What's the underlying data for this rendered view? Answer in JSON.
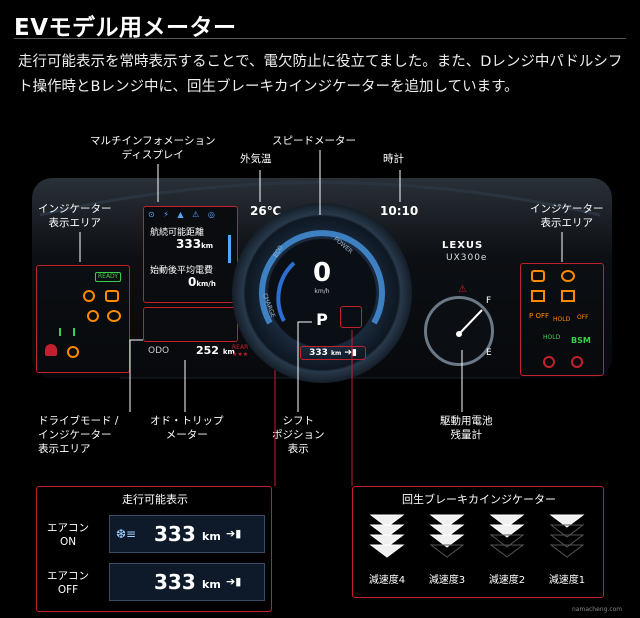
{
  "header": {
    "title": "EVモデル用メーター",
    "description": "走行可能表示を常時表示することで、電欠防止に役立てました。また、Dレンジ中パドルシフト操作時とBレンジ中に、回生ブレーキカインジケーターを追加しています。"
  },
  "callouts": {
    "multi_info": "マルチインフォメーション\nディスプレイ",
    "speedometer": "スピードメーター",
    "outside_temp": "外気温",
    "clock": "時計",
    "indicator_left": "インジケーター\n表示エリア",
    "indicator_right": "インジケーター\n表示エリア",
    "drive_mode": "ドライブモード /\nインジケーター\n表示エリア",
    "odo_trip": "オド・トリップ\nメーター",
    "shift_position": "シフト\nポジション\n表示",
    "battery_gauge": "駆動用電池\n残量計"
  },
  "dashboard": {
    "temp": "26℃",
    "time": "10:10",
    "brand": "LEXUS",
    "model": "UX300e",
    "speed": "0",
    "speed_unit": "km/h",
    "range_label": "航続可能距離",
    "range_value": "333",
    "range_unit": "km",
    "avg_label": "始動後平均電費",
    "avg_value": "0",
    "avg_unit": "km/h",
    "odo_label": "ODO",
    "odo_value": "252",
    "odo_unit": "km",
    "rear_label": "REAR",
    "shift": "P",
    "range_bar": "333",
    "range_bar_unit": "km",
    "eco_label": "ECO",
    "power_label": "POWER",
    "charge_label": "CHARGE",
    "fuel_f": "F",
    "fuel_e": "E",
    "ready_label": "READY",
    "hold_label": "HOLD",
    "bsm_label": "BSM",
    "off_label": "OFF"
  },
  "range_panel": {
    "title": "走行可能表示",
    "rows": [
      {
        "label1": "エアコン",
        "label2": "ON",
        "value": "333",
        "unit": "km"
      },
      {
        "label1": "エアコン",
        "label2": "OFF",
        "value": "333",
        "unit": "km"
      }
    ]
  },
  "regen_panel": {
    "title": "回生ブレーキカインジケーター",
    "levels": [
      "減速度4",
      "減速度3",
      "減速度2",
      "減速度1"
    ],
    "filled_counts": [
      4,
      3,
      2,
      1
    ]
  },
  "watermark": "namacheng.com",
  "colors": {
    "accent_red": "#c2212b",
    "blue": "#4fa8ff",
    "green": "#3ecf4a",
    "orange": "#ff8a00"
  }
}
